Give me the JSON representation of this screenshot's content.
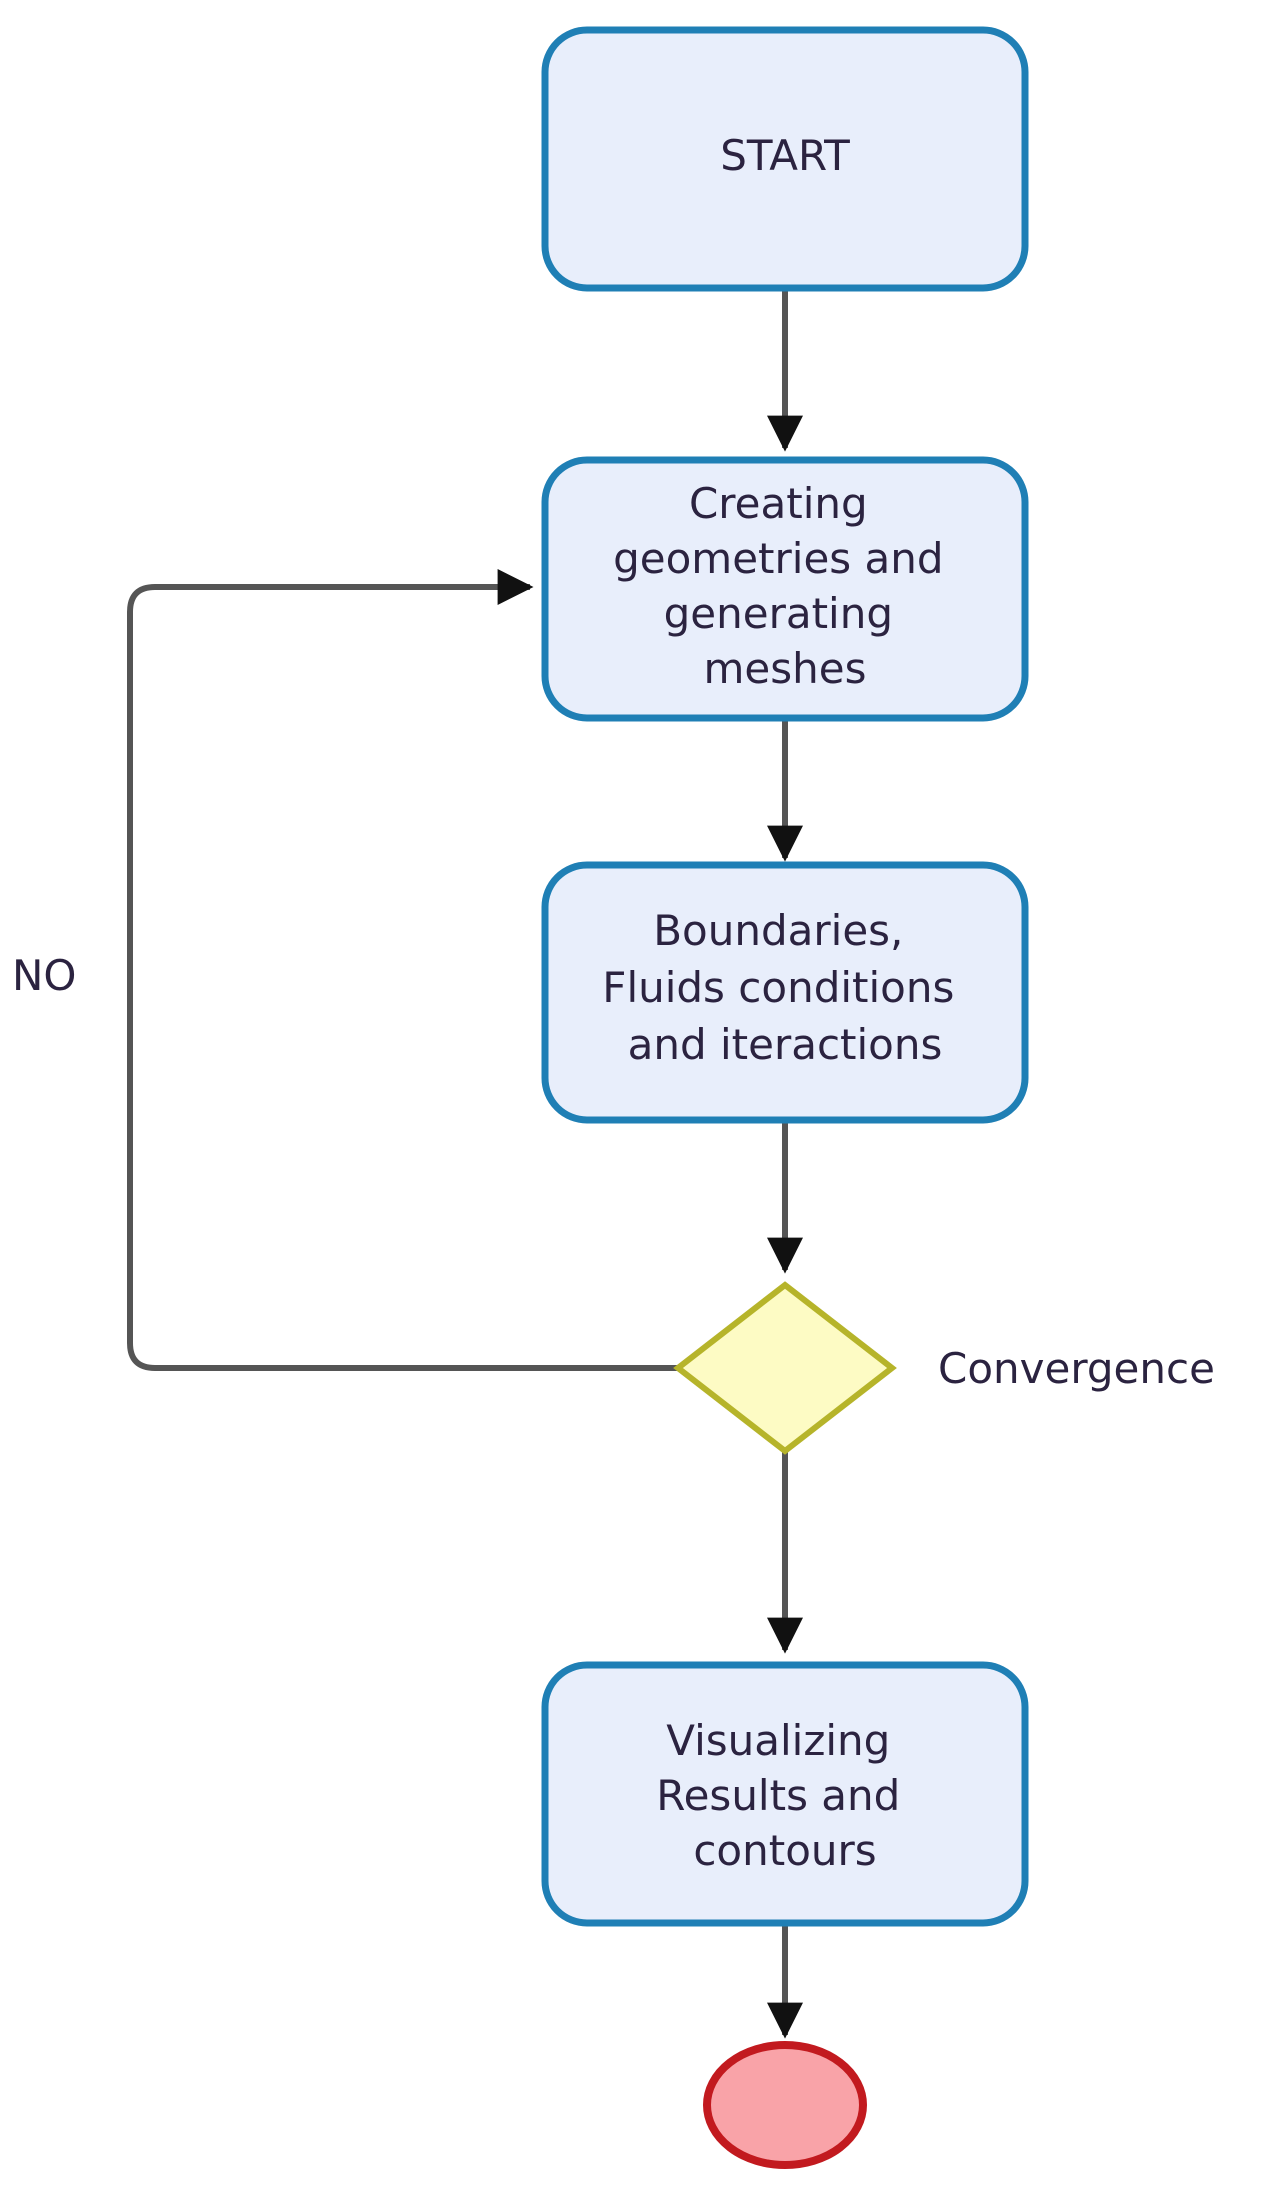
{
  "nodes": {
    "start": {
      "lines": [
        "START"
      ]
    },
    "mesh": {
      "lines": [
        "Creating",
        "geometries and",
        "generating",
        "meshes"
      ]
    },
    "boundaries": {
      "lines": [
        "Boundaries,",
        "Fluids conditions",
        "and iteractions"
      ]
    },
    "decision": {
      "label": "Convergence"
    },
    "results": {
      "lines": [
        "Visualizing",
        "Results and",
        "contours"
      ]
    }
  },
  "edges": {
    "loop_label": "NO"
  },
  "colors": {
    "process_fill": "#e8eefb",
    "process_stroke": "#1f7fb5",
    "decision_fill": "#fdfbc4",
    "decision_stroke": "#b6b42a",
    "end_fill": "#f9a3a8",
    "end_stroke": "#c21a1f",
    "connector": "#555555",
    "arrowhead": "#111111"
  },
  "icons": {
    "end": "end-event-circle",
    "decision": "decision-diamond"
  }
}
